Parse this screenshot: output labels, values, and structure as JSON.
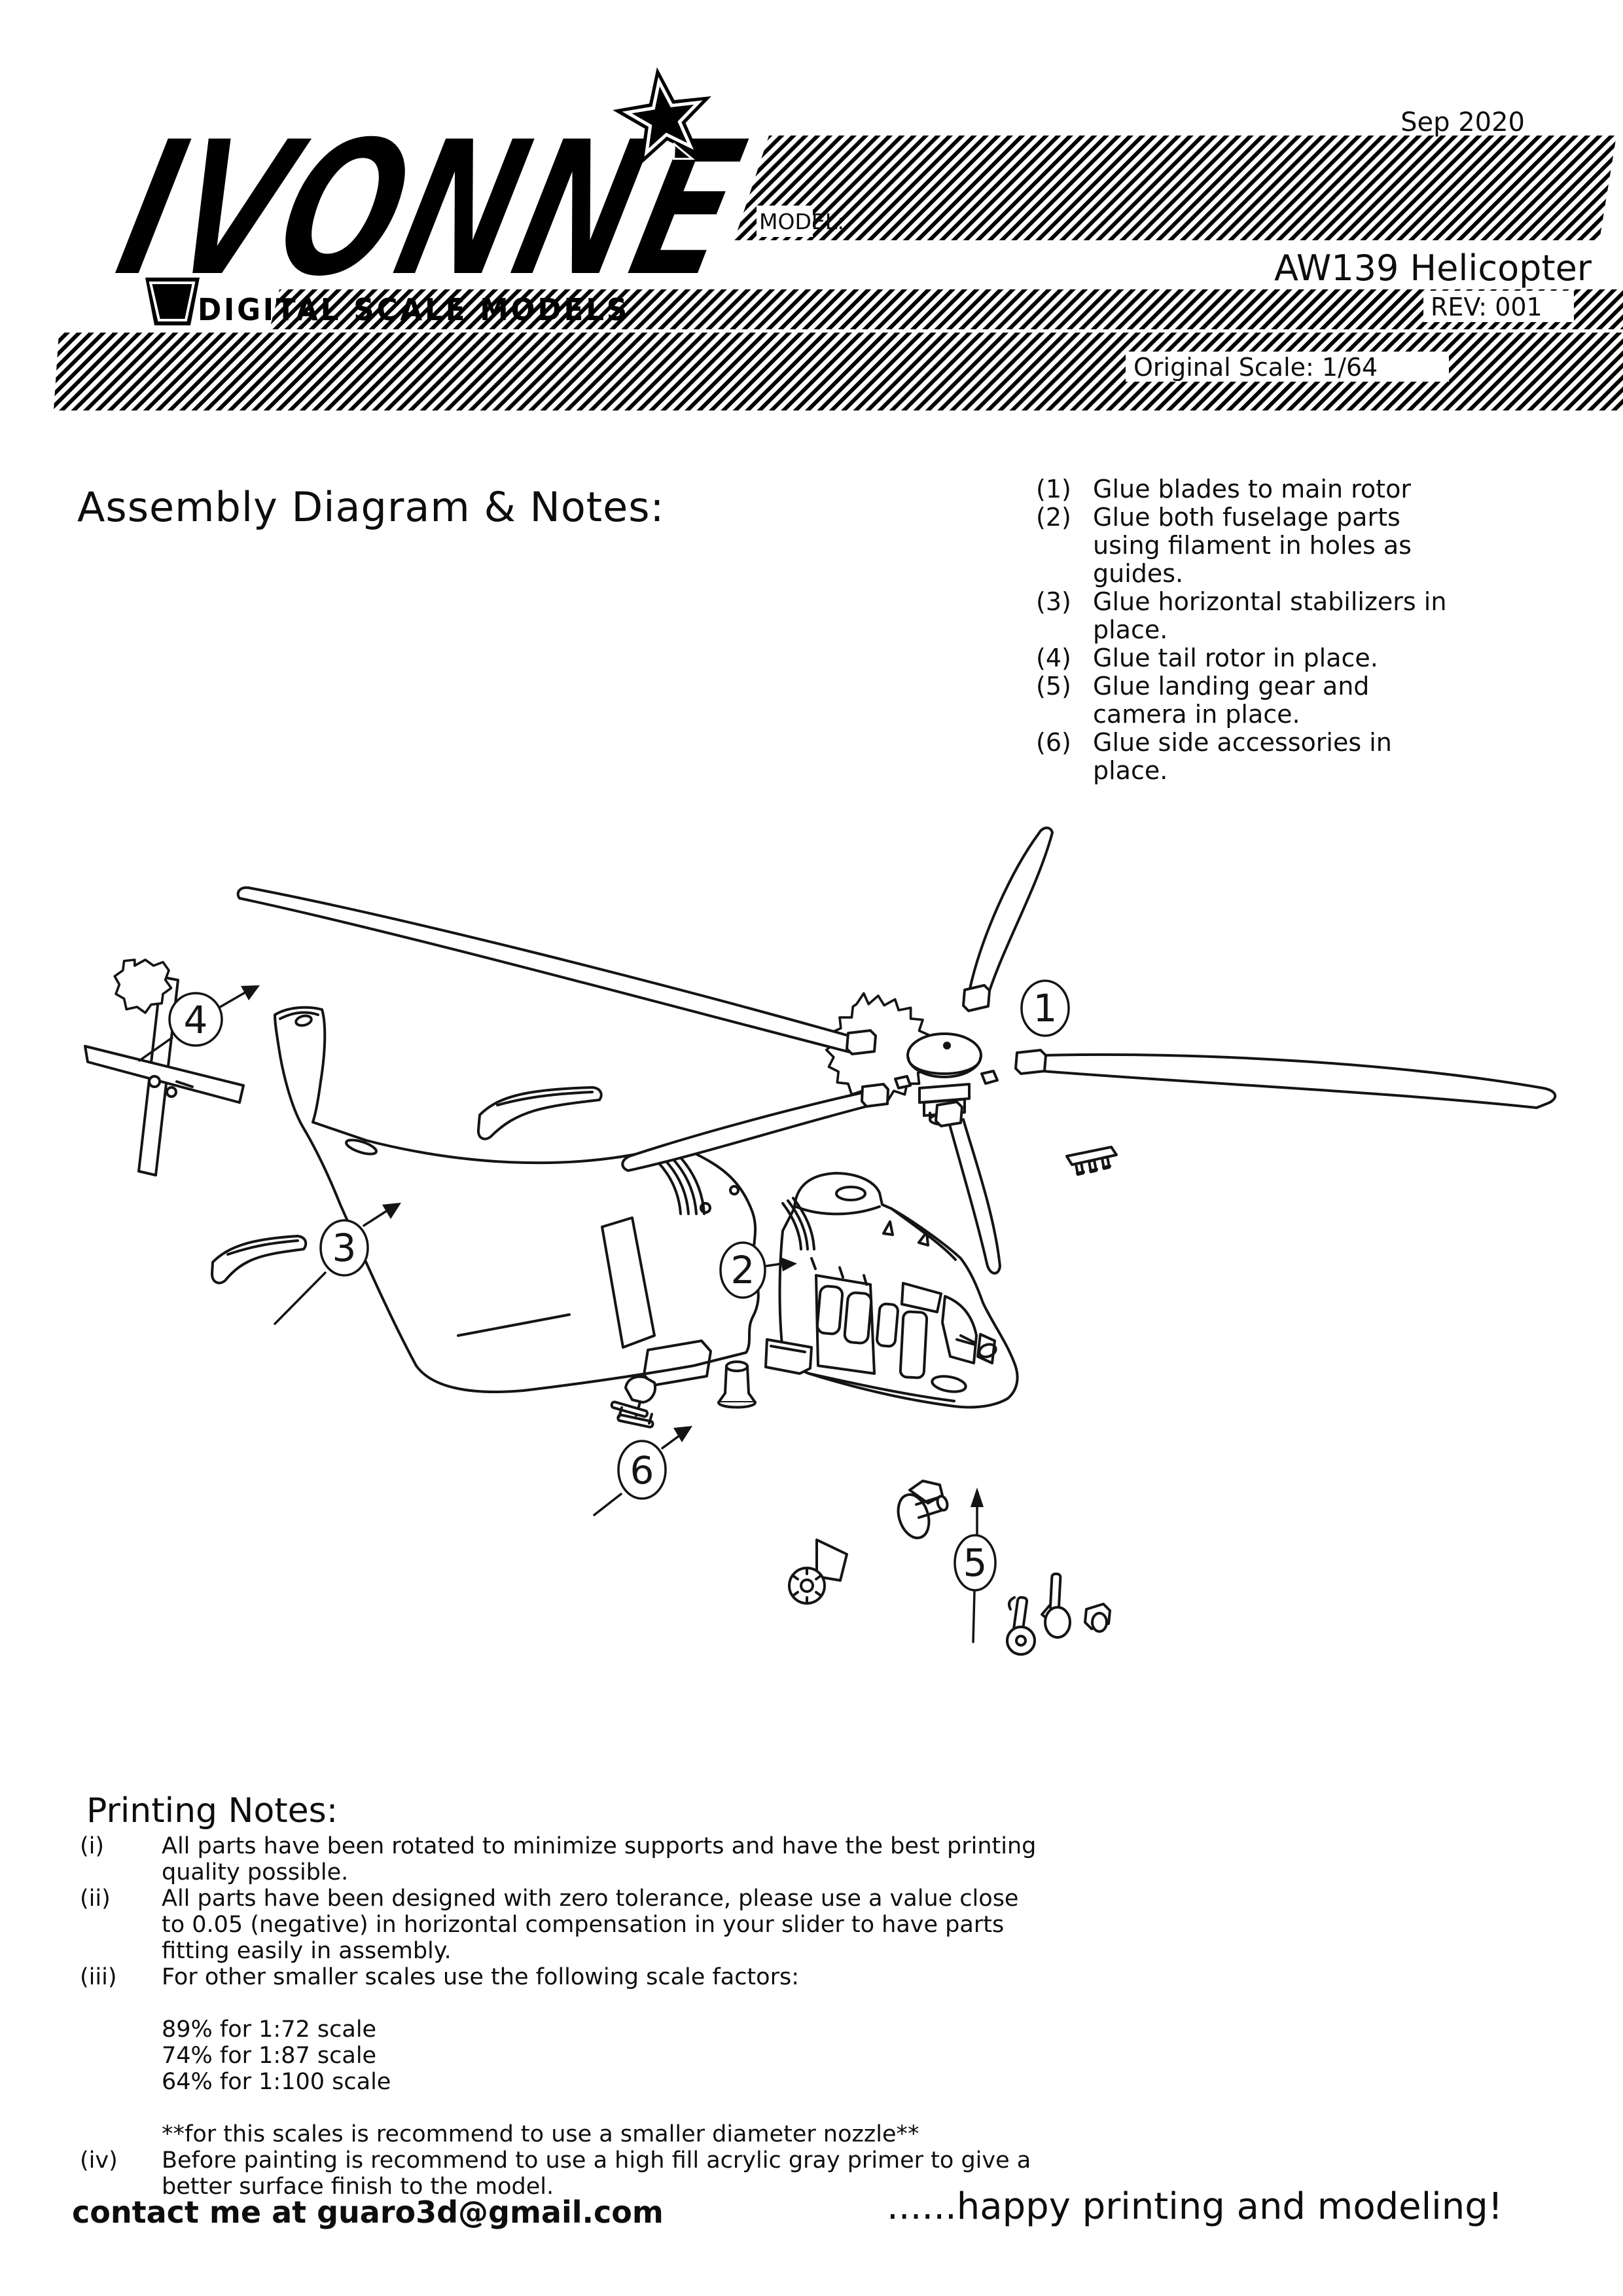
{
  "header": {
    "date": "Sep 2020",
    "brand": {
      "name": "IVONNE",
      "tagline": "DIGITAL SCALE MODELS"
    },
    "model_label": "MODEL:",
    "model_name": "AW139 Helicopter",
    "rev": "REV: 001",
    "original_scale": "Original Scale: 1/64"
  },
  "assembly": {
    "title": "Assembly Diagram & Notes:",
    "notes": [
      {
        "num": "(1)",
        "text": "Glue blades to main rotor"
      },
      {
        "num": "(2)",
        "text": "Glue both fuselage parts using filament in holes as guides."
      },
      {
        "num": "(3)",
        "text": "Glue horizontal stabilizers in place."
      },
      {
        "num": "(4)",
        "text": "Glue tail rotor in place."
      },
      {
        "num": "(5)",
        "text": "Glue landing gear and camera in place."
      },
      {
        "num": "(6)",
        "text": "Glue side accessories in place."
      }
    ],
    "callouts": [
      "1",
      "2",
      "3",
      "4",
      "5",
      "6"
    ]
  },
  "printing": {
    "title": "Printing Notes:",
    "items": [
      {
        "num": "(i)",
        "text": "All parts have been rotated to minimize supports and have the best printing quality possible."
      },
      {
        "num": "(ii)",
        "text": "All parts have been designed with zero tolerance, please use a value close to 0.05 (negative) in horizontal compensation in your slider to have parts fitting easily in assembly."
      },
      {
        "num": "(iii)",
        "text": "For other smaller scales use the following scale factors:"
      }
    ],
    "scales": [
      "89% for 1:72 scale",
      "74% for 1:87 scale",
      "64% for 1:100 scale"
    ],
    "nozzle_note": "**for this scales is recommend to use a smaller diameter nozzle**",
    "item_iv": {
      "num": "(iv)",
      "text": "Before painting is recommend to use a high fill acrylic gray primer to give a better surface finish to the model."
    }
  },
  "footer": {
    "contact": "contact me at guaro3d@gmail.com",
    "tagline": "......happy printing and modeling!"
  },
  "colors": {
    "ink": "#000000",
    "paper": "#ffffff"
  }
}
